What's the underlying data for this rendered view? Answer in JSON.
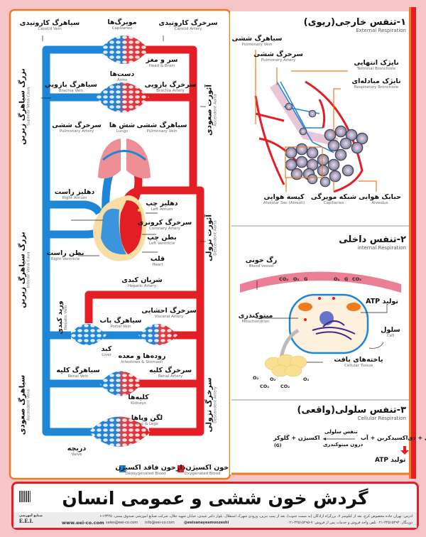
{
  "colors": {
    "vein": "#1e86d6",
    "artery": "#e31e24",
    "background": "#f6c5c7",
    "panel_border": "#f07a1e"
  },
  "circulation": {
    "labels": [
      {
        "fa": "سیاهرگ کاروتیدی",
        "en": "Carotid Vein"
      },
      {
        "fa": "مویرگ‌ها",
        "en": "Capillaries"
      },
      {
        "fa": "سرخرگ کاروتیدی",
        "en": "Carotid Artery"
      },
      {
        "fa": "سر و مغز",
        "en": "Head & Brain"
      },
      {
        "fa": "دست‌ها",
        "en": "Arms"
      },
      {
        "fa": "سیاهرگ بازویی",
        "en": "Brachia Vein"
      },
      {
        "fa": "سرخرگ بازویی",
        "en": "Brachia Artery"
      },
      {
        "fa": "شش ها",
        "en": "Lungs"
      },
      {
        "fa": "سرخرگ ششی",
        "en": "Pulmonary Artery"
      },
      {
        "fa": "سیاهرگ ششی",
        "en": "Pulmonary Vein"
      },
      {
        "fa": "دهلیز راست",
        "en": "Right Atrium"
      },
      {
        "fa": "دهلیز چپ",
        "en": "Left Atrium"
      },
      {
        "fa": "سرخرگ کرونری",
        "en": "Coronary Artery"
      },
      {
        "fa": "بطن چپ",
        "en": "Left Ventricle"
      },
      {
        "fa": "بطن راست",
        "en": "Right Ventricle"
      },
      {
        "fa": "قلب",
        "en": "Heart"
      },
      {
        "fa": "شریان کبدی",
        "en": "Hepatic Artery"
      },
      {
        "fa": "سرخرگ احشایی",
        "en": "Visceral Artery"
      },
      {
        "fa": "سیاهرگ باب",
        "en": "Portal Vein"
      },
      {
        "fa": "کبد",
        "en": "Liver"
      },
      {
        "fa": "روده‌ها و معده",
        "en": "Intestines & Stomach"
      },
      {
        "fa": "سیاهرگ کلیه",
        "en": "Renal Vein"
      },
      {
        "fa": "سرخرگ کلیه",
        "en": "Renal Artery"
      },
      {
        "fa": "کلیه‌ها",
        "en": "Kidneys"
      },
      {
        "fa": "لگن وپاها",
        "en": "Iliac & Legs"
      },
      {
        "fa": "دریچه",
        "en": "Valve"
      },
      {
        "fa": "بزرگ سیاهرگ زبرین",
        "en": "Superior Vena Cava"
      },
      {
        "fa": "آئورت صعودی",
        "en": "Ascendent Aorta"
      },
      {
        "fa": "آئورت نزولی",
        "en": "Descendent Aorta"
      },
      {
        "fa": "بزرگ سیاهرگ زیرین",
        "en": "Inferior Vena Cava"
      },
      {
        "fa": "ورید کبدی",
        "en": "Hepatic Vein"
      },
      {
        "fa": "سیاهرگ صعودی",
        "en": "Ascendent Vena"
      },
      {
        "fa": "سرخرگ نزولی",
        "en": "Descendent Artery"
      }
    ],
    "legend": [
      {
        "fa": "خون فاقد اکسیژن",
        "en": "Deoxygenated Blood"
      },
      {
        "fa": "خون اکسیژن‌دار",
        "en": "Oxygenated Blood"
      }
    ]
  },
  "external": {
    "title": "۱-تنفس خارجی(ریوی)",
    "subtitle": "External Respiration",
    "labels": [
      {
        "fa": "سیاهرگ ششی",
        "en": "Pulmonary Vein"
      },
      {
        "fa": "سرخرگ ششی",
        "en": "Pulmonary Artery"
      },
      {
        "fa": "نایژک انتهایی",
        "en": "Terminal Bronchiole"
      },
      {
        "fa": "نایژک مبادله‌ای",
        "en": "Respiratory Bronchiole"
      },
      {
        "fa": "کیسه هوایی",
        "en": "Alveolar Sac (Alveoli)"
      },
      {
        "fa": "شبکه مویرگی",
        "en": "Capillaries"
      },
      {
        "fa": "حبابک هوایی",
        "en": "Alveolus"
      }
    ]
  },
  "internal": {
    "title": "۲-تنفس داخلی",
    "subtitle": "internal Respiration",
    "labels": [
      {
        "fa": "رگ خونی",
        "en": "Blood vessel"
      },
      {
        "fa": "میتوکندری",
        "en": "Mitochondrion"
      },
      {
        "fa": "تولید ATP",
        "en": ""
      },
      {
        "fa": "سلول",
        "en": "Cell"
      },
      {
        "fa": "یاخته‌های بافت",
        "en": "Cellular Tissue"
      }
    ],
    "chems": [
      "CO₂",
      "O₂",
      "G",
      "O₂",
      "G",
      "CO₂",
      "O₂",
      "CO₂",
      "O₂",
      "CO₂",
      "O₂"
    ]
  },
  "cellular": {
    "title": "۳-تنفس سلولی(واقعی)",
    "subtitle": "Cellular Respiration",
    "reactants": "اکسیژن + گلوکز",
    "reactant_note": "(G)",
    "arrow_top": "تنفس سلولی",
    "arrow_bottom": "درون میتوکندری",
    "products": "انرژی + دی‌اکسیدکربن + آب",
    "result": "تولید ATP"
  },
  "footer": {
    "title": "گردش خون ششی و عمومی انسان",
    "address": "آدرس: تهران جاده مخصوص کرج، بعد از کیلومتر ۷، بزرگراه آزادگان (به سمت جنوب)، بعد از پمپ بنزین، ورودی شهرک استقلال، بلوار دکتر عبیدی، خیابان شهید جلال، شرکت صنایع آموزشی صندوق پستی: ۱۳۴۴۵-۳۷۹",
    "phones": "دورنگار: ۴۴۵۱۵۲۹۴-۰۲۱   تلفن واحد فروش و خدمات پس از فروش: ۷-۴۴۵۱۵۲۹۵-۰۲۱",
    "website": "www.eei-co.com",
    "sales_email": "sales@eei-co.com",
    "info_email": "info@eei-co.com",
    "instagram": "@eeisanayeamoozeshi",
    "logo_fa": "صنایع آموزشی",
    "logo_en": "E.E.I."
  }
}
